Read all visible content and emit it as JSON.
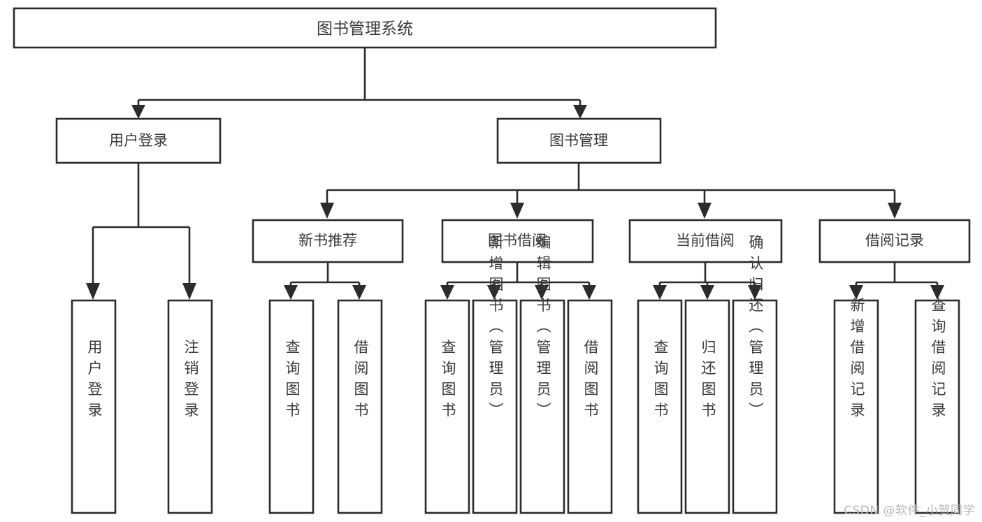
{
  "diagram": {
    "title": "图书管理系统",
    "watermark": "CSDN @软件_小贺同学",
    "colors": {
      "stroke": "#2b2b2b",
      "box_fill": "#ffffff",
      "text": "#3a3a3a",
      "background": "#ffffff",
      "watermark": "#b9b9b9"
    },
    "root": {
      "label": "图书管理系统"
    },
    "level2": [
      {
        "label": "用户登录"
      },
      {
        "label": "图书管理"
      }
    ],
    "level3": [
      {
        "label": "新书推荐"
      },
      {
        "label": "图书借阅"
      },
      {
        "label": "当前借阅"
      },
      {
        "label": "借阅记录"
      }
    ],
    "leaves": {
      "user_login": [
        {
          "label": "用户登录"
        },
        {
          "label": "注销登录"
        }
      ],
      "new_book": [
        {
          "label": "查询图书"
        },
        {
          "label": "借阅图书"
        }
      ],
      "book_borrow": [
        {
          "label": "查询图书"
        },
        {
          "label": "新增图书（管理员）"
        },
        {
          "label": "编辑图书（管理员）"
        },
        {
          "label": "借阅图书"
        }
      ],
      "current_borrow": [
        {
          "label": "查询图书"
        },
        {
          "label": "归还图书"
        },
        {
          "label": "确认归还（管理员）"
        }
      ],
      "borrow_record": [
        {
          "label": "新增借阅记录"
        },
        {
          "label": "查询借阅记录"
        }
      ]
    }
  }
}
